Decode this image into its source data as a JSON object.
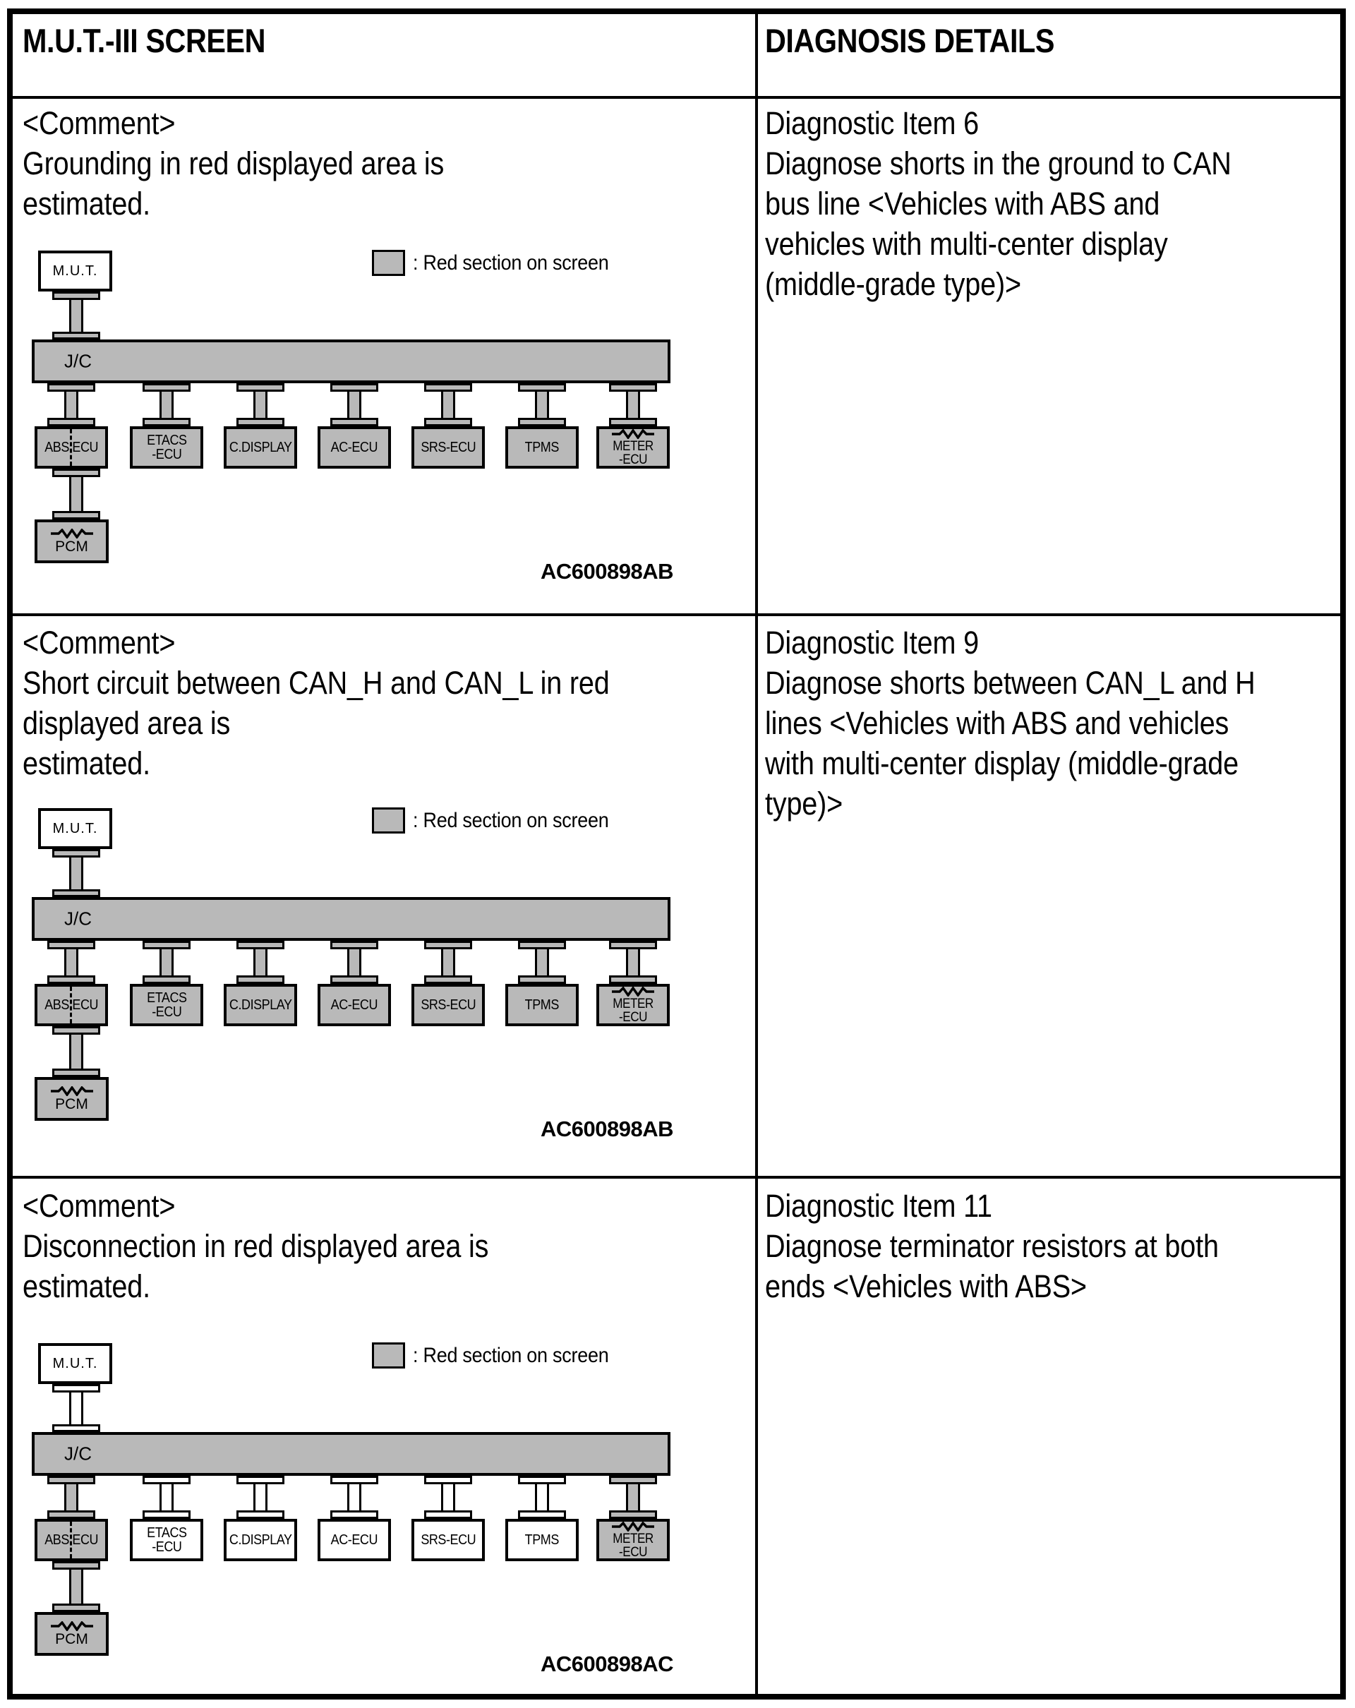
{
  "header": {
    "left_title": "M.U.T.-III SCREEN",
    "right_title": "DIAGNOSIS DETAILS"
  },
  "legend_text": ": Red section on screen",
  "colors": {
    "gray": "#b9b9b9",
    "border": "#000000",
    "background": "#ffffff"
  },
  "rows": [
    {
      "comment": "<Comment>\nGrounding in red displayed area is\nestimated.",
      "details": "Diagnostic Item 6\nDiagnose shorts in the ground to CAN\nbus line <Vehicles with ABS and\nvehicles with multi-center display\n(middle-grade type)>",
      "diagram": {
        "figure_label": "AC600898AB",
        "mut_label": "M.U.T.",
        "jc_label": "J/C",
        "pcm_label": "PCM",
        "mut_link_fill": "gray",
        "pcm_fill": "gray",
        "ecus": [
          {
            "label": "ABS ECU",
            "fill": "gray",
            "dashed": true
          },
          {
            "label": "ETACS\n-ECU",
            "fill": "gray"
          },
          {
            "label": "C.DISPLAY",
            "fill": "gray"
          },
          {
            "label": "AC-ECU",
            "fill": "gray"
          },
          {
            "label": "SRS-ECU",
            "fill": "gray"
          },
          {
            "label": "TPMS",
            "fill": "gray"
          },
          {
            "label": "METER\n-ECU",
            "fill": "gray",
            "resistor": true
          }
        ]
      }
    },
    {
      "comment": "<Comment>\nShort circuit between CAN_H and CAN_L in red\ndisplayed area is\nestimated.",
      "details": "Diagnostic Item 9\nDiagnose shorts between CAN_L and H\nlines <Vehicles with ABS and vehicles\nwith multi-center display (middle-grade\ntype)>",
      "diagram": {
        "figure_label": "AC600898AB",
        "mut_label": "M.U.T.",
        "jc_label": "J/C",
        "pcm_label": "PCM",
        "mut_link_fill": "gray",
        "pcm_fill": "gray",
        "ecus": [
          {
            "label": "ABS ECU",
            "fill": "gray",
            "dashed": true
          },
          {
            "label": "ETACS\n-ECU",
            "fill": "gray"
          },
          {
            "label": "C.DISPLAY",
            "fill": "gray"
          },
          {
            "label": "AC-ECU",
            "fill": "gray"
          },
          {
            "label": "SRS-ECU",
            "fill": "gray"
          },
          {
            "label": "TPMS",
            "fill": "gray"
          },
          {
            "label": "METER\n-ECU",
            "fill": "gray",
            "resistor": true
          }
        ]
      }
    },
    {
      "comment": "<Comment>\nDisconnection in red displayed area is\nestimated.",
      "details": "Diagnostic Item 11\nDiagnose terminator resistors at both\nends <Vehicles with ABS>",
      "diagram": {
        "figure_label": "AC600898AC",
        "mut_label": "M.U.T.",
        "jc_label": "J/C",
        "pcm_label": "PCM",
        "mut_link_fill": "white",
        "pcm_fill": "gray",
        "ecus": [
          {
            "label": "ABS ECU",
            "fill": "gray",
            "dashed": true
          },
          {
            "label": "ETACS\n-ECU",
            "fill": "white"
          },
          {
            "label": "C.DISPLAY",
            "fill": "white"
          },
          {
            "label": "AC-ECU",
            "fill": "white"
          },
          {
            "label": "SRS-ECU",
            "fill": "white"
          },
          {
            "label": "TPMS",
            "fill": "white"
          },
          {
            "label": "METER\n-ECU",
            "fill": "gray",
            "resistor": true
          }
        ]
      }
    }
  ]
}
